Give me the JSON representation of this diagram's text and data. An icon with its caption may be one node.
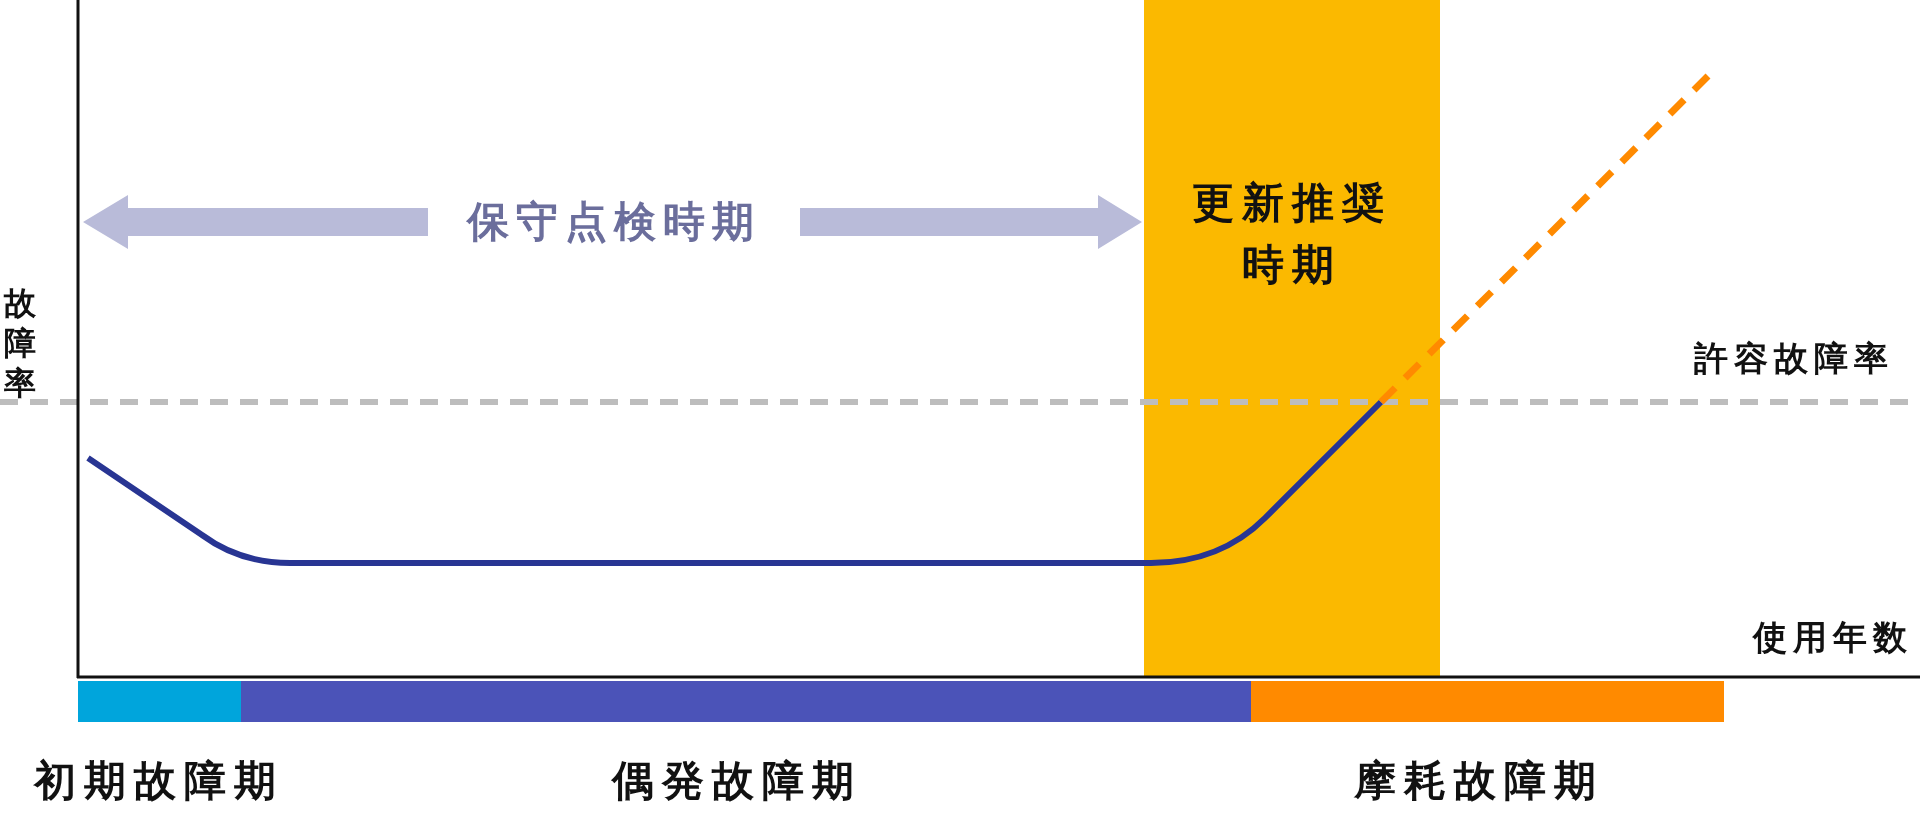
{
  "diagram": {
    "nodes": [
      {
        "text": [
          "更新推奨時期"
        ]
      },
      {
        "text": [
          "初期故障期"
        ]
      },
      {
        "text": [
          "偶発故障期"
        ]
      },
      {
        "text": [
          "摩耗故障期"
        ]
      }
    ],
    "labels": [
      "保守点検時期",
      "故障率",
      "許容故障率",
      "使用年数"
    ]
  }
}
